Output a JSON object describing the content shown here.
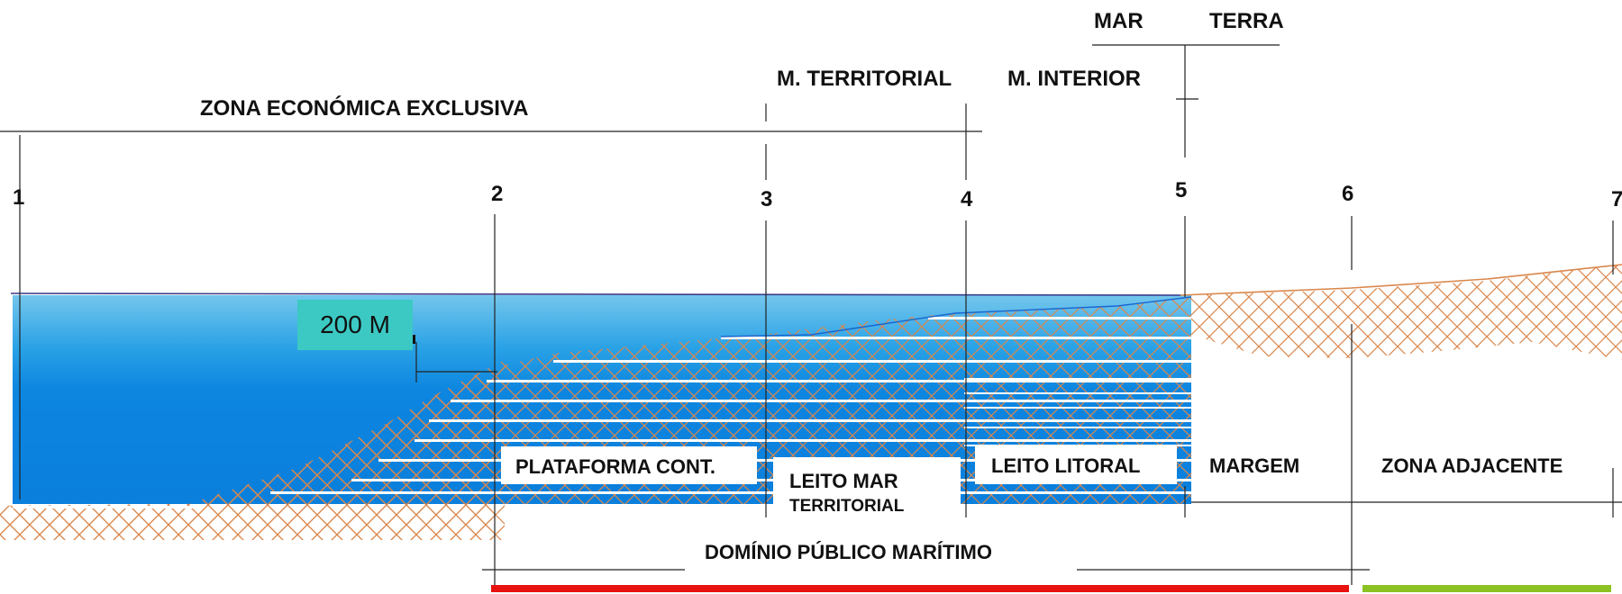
{
  "header": {
    "sea": "MAR",
    "land": "TERRA"
  },
  "zones": {
    "eez": "ZONA ECONÓMICA EXCLUSIVA",
    "territorial_sea": "M. TERRITORIAL",
    "inner_sea": "M. INTERIOR"
  },
  "points": [
    "1",
    "2",
    "3",
    "4",
    "5",
    "6",
    "7"
  ],
  "depth_label": "200 M",
  "areas": {
    "continental_shelf": "PLATAFORMA CONT.",
    "territorial_seabed_line1": "LEITO MAR",
    "territorial_seabed_line2": "TERRITORIAL",
    "littoral_bed": "LEITO LITORAL",
    "margin": "MARGEM",
    "adjacent_zone": "ZONA ADJACENTE"
  },
  "domain_label": "DOMÍNIO PÚBLICO MARÍTIMO",
  "colors": {
    "sea_top": "#6fc3ea",
    "sea_deep": "#0a84e0",
    "ground_hatch": "#d9874c",
    "public_domain_bar": "#e8120f",
    "adjacent_bar": "#8cc224",
    "depth_box": "#3cc9c3"
  }
}
